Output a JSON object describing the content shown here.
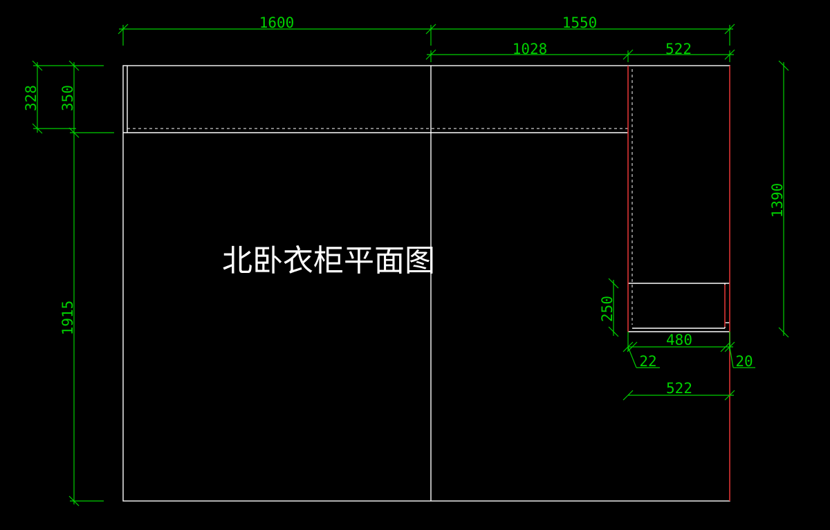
{
  "title": "北卧衣柜平面图",
  "colors": {
    "background": "#000000",
    "outline": "#ffffff",
    "dimension": "#00d000",
    "hidden_edge": "#d11010",
    "title": "#ffffff"
  },
  "dimensions": {
    "top_left_width": "1600",
    "top_right_width": "1550",
    "sub_width_left": "1028",
    "sub_width_right": "522",
    "left_outer_depth": "328",
    "left_inner_depth": "350",
    "left_height": "1915",
    "right_height": "1390",
    "drawer_height": "250",
    "drawer_width": "480",
    "left_gap": "22",
    "right_gap": "20",
    "bottom_width": "522"
  }
}
